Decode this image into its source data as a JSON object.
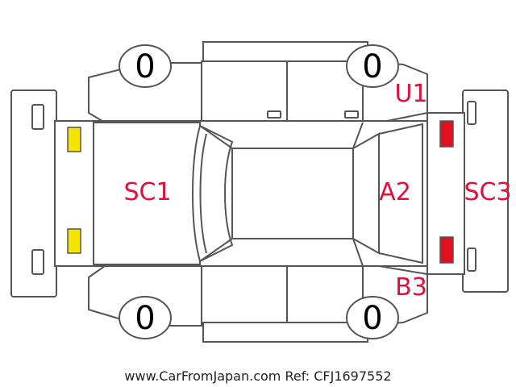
{
  "diagram": {
    "wheels": {
      "front_left": "0",
      "front_right": "0",
      "rear_left": "0",
      "rear_right": "0"
    },
    "damage_labels": {
      "front_bumper": "SC1",
      "rear_panel": "A2",
      "rear_bumper": "SC3",
      "rear_right_upper": "U1",
      "rear_right_lower": "B3"
    },
    "colors": {
      "label": "#e0103a",
      "front_markers": "#f5e400",
      "rear_markers": "#e01020",
      "outline": "#555555"
    },
    "footer": "www.CarFromJapan.com Ref: CFJ1697552"
  }
}
